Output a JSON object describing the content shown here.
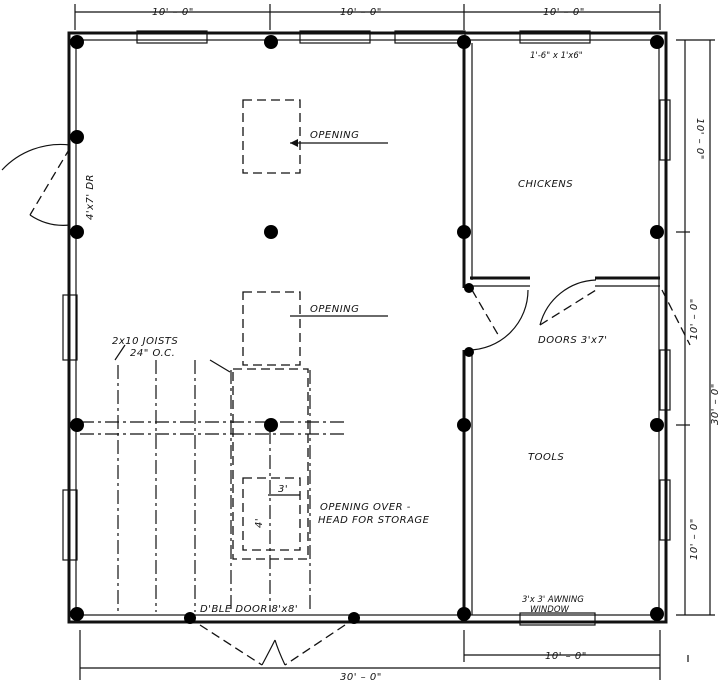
{
  "labels": {
    "dim_top_1": "10' – 0\"",
    "dim_top_2": "10' – 0\"",
    "dim_top_3": "10' – 0\"",
    "dim_window": "1'-6\" x 1'x6\"",
    "dim_right_1": "10' – 0\"",
    "dim_right_2": "10' – 0\"",
    "dim_right_3": "10' – 0\"",
    "dim_right_total": "30' – 0\"",
    "dim_bottom_total": "30' – 0\"",
    "dim_bottom_right": "10' – 0\"",
    "door_left": "4'x7' DR",
    "opening_1": "OPENING",
    "opening_2": "OPENING",
    "chickens": "CHICKENS",
    "tools": "TOOLS",
    "doors_3x7": "DOORS 3'x7'",
    "joists_1": "2x10 JOISTS",
    "joists_2": "24\" O.C.",
    "storage_1": "OPENING OVER -",
    "storage_2": "HEAD FOR STORAGE",
    "dim_3ft": "3'",
    "dim_4ft": "4'",
    "double_door": "D'BLE DOOR 8'x8'",
    "awning_1": "3'x 3' AWNING",
    "awning_2": "WINDOW"
  }
}
